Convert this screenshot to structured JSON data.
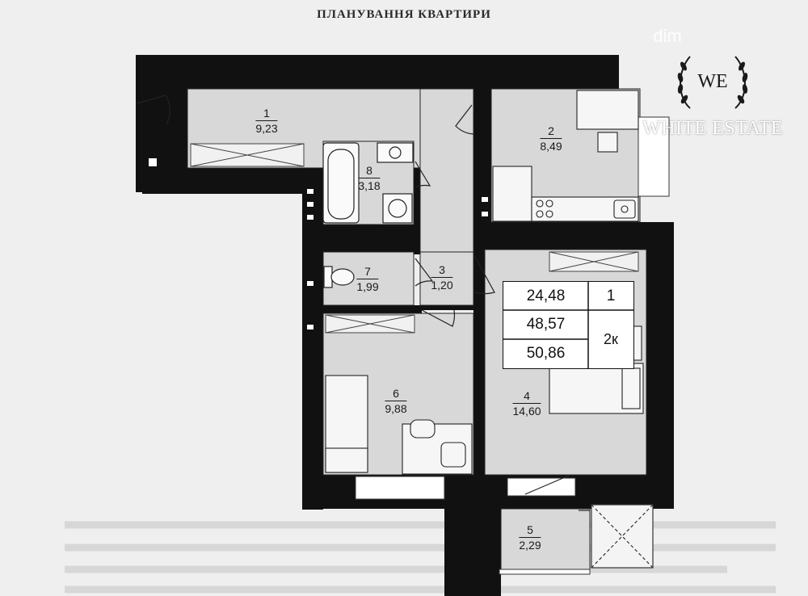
{
  "title": "ПЛАНУВАННЯ КВАРТИРИ",
  "rooms": [
    {
      "num": "1",
      "area": "9,23"
    },
    {
      "num": "2",
      "area": "8,49"
    },
    {
      "num": "3",
      "area": "1,20"
    },
    {
      "num": "4",
      "area": "14,60"
    },
    {
      "num": "5",
      "area": "2,29"
    },
    {
      "num": "6",
      "area": "9,88"
    },
    {
      "num": "7",
      "area": "1,99"
    },
    {
      "num": "8",
      "area": "3,18"
    }
  ],
  "summary": {
    "living_area": "24,48",
    "usable_area": "48,57",
    "total_area": "50,86",
    "floor": "1",
    "rooms_count": "2к"
  },
  "watermark": {
    "monogram": "WE",
    "brand": "WHITE ESTATE",
    "site_mark": "dim"
  },
  "colors": {
    "wall": "#111111",
    "room_fill": "#d8d8d8",
    "background": "#efefef"
  }
}
